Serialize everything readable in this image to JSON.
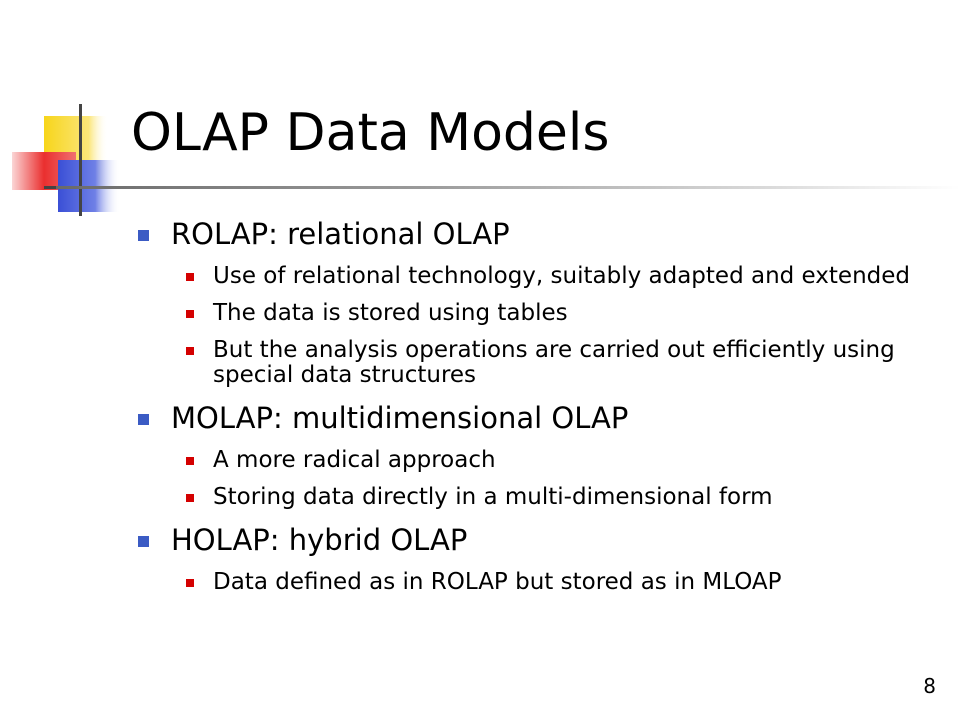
{
  "slide": {
    "title": "OLAP Data Models",
    "page_number": "8"
  },
  "colors": {
    "bullet_level1": "#3b5bc4",
    "bullet_level2": "#d40000",
    "logo_yellow": "#f7d51a",
    "logo_blue": "#3a4fd6",
    "logo_red": "#ea2f2f"
  },
  "bullets": [
    {
      "text": "ROLAP: relational OLAP",
      "children": [
        "Use of relational technology, suitably adapted and extended",
        "The data is stored using tables",
        "But the analysis operations are carried out efficiently using special data structures"
      ]
    },
    {
      "text": "MOLAP: multidimensional OLAP",
      "children": [
        "A more radical approach",
        "Storing data directly in a multi-dimensional form"
      ]
    },
    {
      "text": "HOLAP: hybrid OLAP",
      "children": [
        "Data defined as in ROLAP but stored as in MLOAP"
      ]
    }
  ]
}
